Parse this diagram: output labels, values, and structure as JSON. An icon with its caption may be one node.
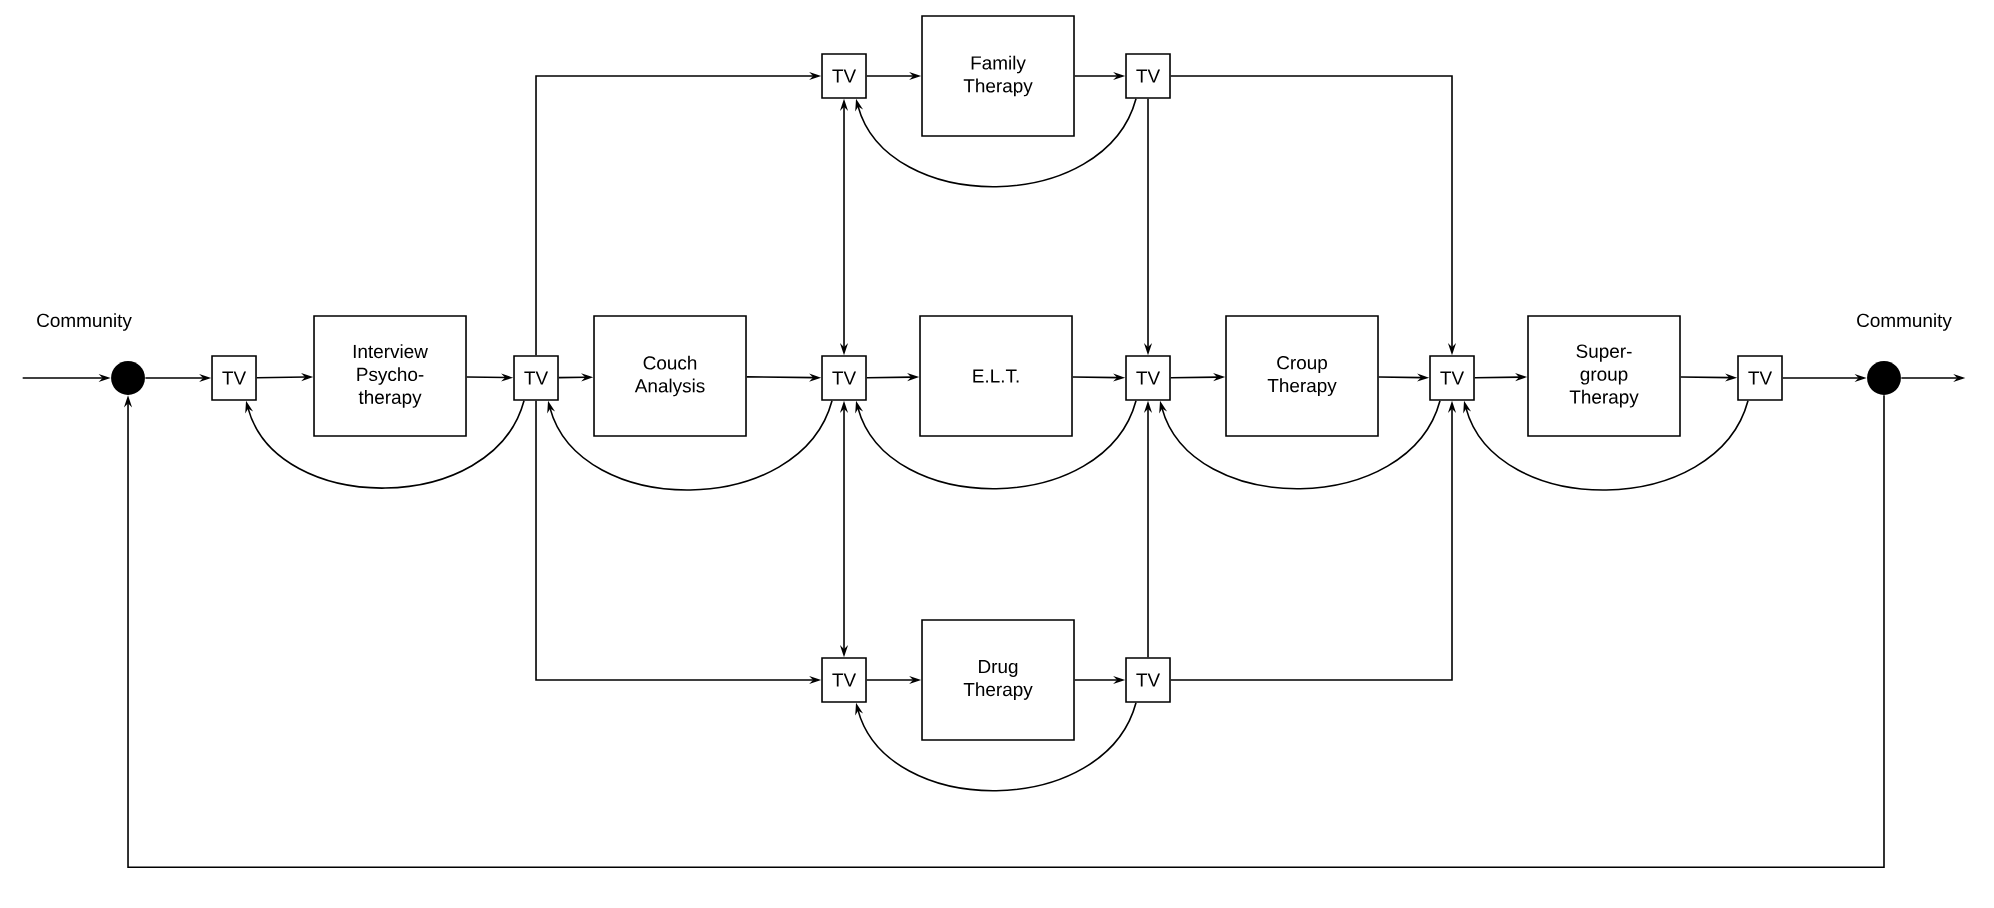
{
  "diagram": {
    "nodes": [
      {
        "text": [],
        "shape": "circle",
        "beside": [
          "Community"
        ]
      },
      {
        "text": [
          "TV"
        ]
      },
      {
        "text": [
          "Interview Psycho- therapy"
        ]
      },
      {
        "text": [
          "TV"
        ]
      },
      {
        "text": [
          "Couch Analysis"
        ]
      },
      {
        "text": [
          "TV"
        ]
      },
      {
        "text": [
          "E.L.T."
        ]
      },
      {
        "text": [
          "TV"
        ]
      },
      {
        "text": [
          "Croup Therapy"
        ]
      },
      {
        "text": [
          "TV"
        ]
      },
      {
        "text": [
          "Super- group Therapy"
        ]
      },
      {
        "text": [
          "TV"
        ]
      },
      {
        "text": [],
        "shape": "circle",
        "beside": [
          "Community"
        ]
      },
      {
        "text": [
          "TV"
        ]
      },
      {
        "text": [
          "Family Therapy"
        ]
      },
      {
        "text": [
          "TV"
        ]
      },
      {
        "text": [
          "TV"
        ]
      },
      {
        "text": [
          "Drug Therapy"
        ]
      },
      {
        "text": [
          "TV"
        ]
      }
    ],
    "edges": [
      {
        "from": null,
        "to": 0,
        "arrow": "to"
      },
      {
        "from": 0,
        "to": 1,
        "arrow": "to"
      },
      {
        "from": 1,
        "to": 2,
        "arrow": "to"
      },
      {
        "from": 2,
        "to": 3,
        "arrow": "to"
      },
      {
        "from": 3,
        "to": 4,
        "arrow": "to"
      },
      {
        "from": 4,
        "to": 5,
        "arrow": "to"
      },
      {
        "from": 5,
        "to": 6,
        "arrow": "to"
      },
      {
        "from": 6,
        "to": 7,
        "arrow": "to"
      },
      {
        "from": 7,
        "to": 8,
        "arrow": "to"
      },
      {
        "from": 8,
        "to": 9,
        "arrow": "to"
      },
      {
        "from": 9,
        "to": 10,
        "arrow": "to"
      },
      {
        "from": 10,
        "to": 11,
        "arrow": "to"
      },
      {
        "from": 11,
        "to": 12,
        "arrow": "to"
      },
      {
        "from": 12,
        "to": null,
        "arrow": "to"
      },
      {
        "from": 12,
        "to": 0,
        "arrow": "to"
      },
      {
        "from": 3,
        "to": 1,
        "arrow": "to"
      },
      {
        "from": 5,
        "to": 3,
        "arrow": "to"
      },
      {
        "from": 7,
        "to": 5,
        "arrow": "to"
      },
      {
        "from": 9,
        "to": 7,
        "arrow": "to"
      },
      {
        "from": 11,
        "to": 9,
        "arrow": "to"
      },
      {
        "from": 15,
        "to": 13,
        "arrow": "to"
      },
      {
        "from": 18,
        "to": 16,
        "arrow": "to"
      },
      {
        "from": 3,
        "to": 13,
        "arrow": "to"
      },
      {
        "from": 3,
        "to": 16,
        "arrow": "to"
      },
      {
        "from": 13,
        "to": 14,
        "arrow": "to"
      },
      {
        "from": 14,
        "to": 15,
        "arrow": "to"
      },
      {
        "from": 16,
        "to": 17,
        "arrow": "to"
      },
      {
        "from": 17,
        "to": 18,
        "arrow": "to"
      },
      {
        "from": 15,
        "to": 9,
        "arrow": "to"
      },
      {
        "from": 18,
        "to": 9,
        "arrow": "to"
      },
      {
        "from": 15,
        "to": 7,
        "arrow": "to"
      },
      {
        "from": 18,
        "to": 7,
        "arrow": "to"
      },
      {
        "from": 5,
        "to": 13,
        "arrow": "both"
      },
      {
        "from": 5,
        "to": 16,
        "arrow": "both"
      }
    ]
  }
}
